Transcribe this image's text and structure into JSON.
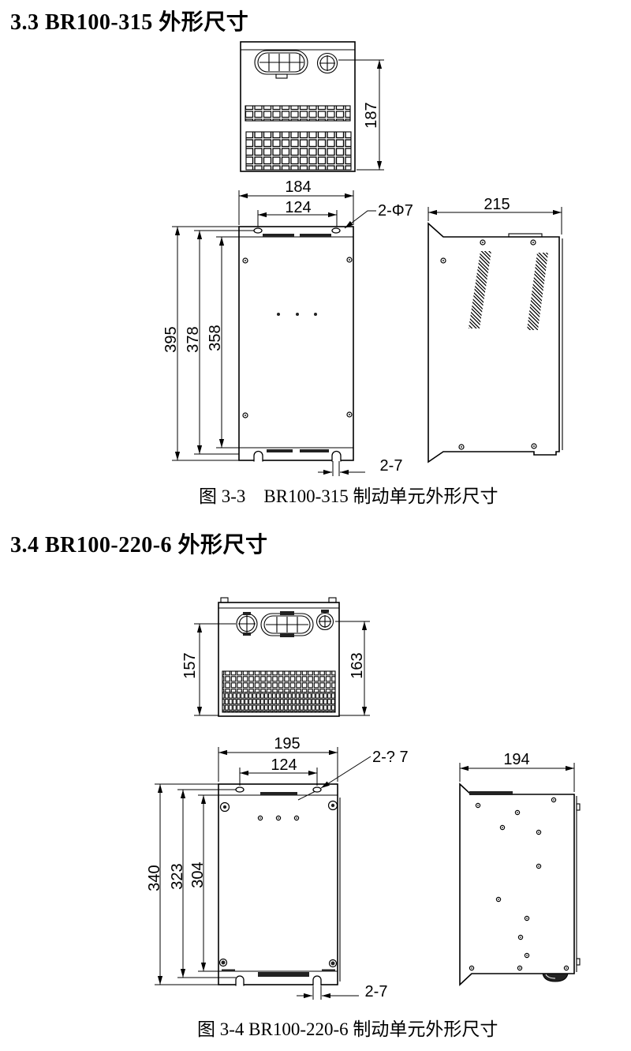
{
  "page": {
    "background": "#ffffff",
    "ink": "#000000"
  },
  "sections": [
    {
      "id": "3.3",
      "heading": "3.3 BR100-315 外形尺寸",
      "figure_caption": "图 3-3    BR100-315 制动单元外形尺寸",
      "views": {
        "top": {
          "height_dim": "187"
        },
        "front": {
          "width_dim": "184",
          "hole_span_dim": "124",
          "hole_callout": "2-Φ7",
          "overall_height_dim": "395",
          "mid_height_dim": "378",
          "inner_height_dim": "358",
          "slot_callout": "2-7"
        },
        "side": {
          "depth_dim": "215"
        }
      }
    },
    {
      "id": "3.4",
      "heading": "3.4 BR100-220-6 外形尺寸",
      "figure_caption": "图 3-4 BR100-220-6 制动单元外形尺寸",
      "views": {
        "top": {
          "left_height_dim": "157",
          "right_height_dim": "163"
        },
        "front": {
          "width_dim": "195",
          "hole_span_dim": "124",
          "hole_callout": "2-? 7",
          "overall_height_dim": "340",
          "mid_height_dim": "323",
          "inner_height_dim": "304",
          "slot_callout": "2-7"
        },
        "side": {
          "depth_dim": "194"
        }
      }
    }
  ]
}
